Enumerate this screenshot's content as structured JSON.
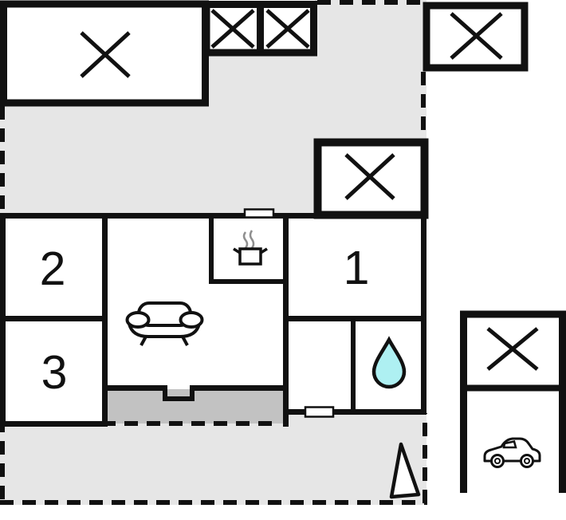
{
  "plan": {
    "type": "house-floor-plan",
    "rooms": {
      "room1": {
        "label": "1"
      },
      "room2": {
        "label": "2"
      },
      "room3": {
        "label": "3"
      }
    },
    "icons": {
      "cross_mark": "diagonal-cross",
      "living_room": "sofa",
      "kitchen": "steaming-pot",
      "bathroom": "water-drop",
      "carport": "car",
      "orientation": "north-arrow"
    },
    "areas": {
      "terrace": "outdoor-terrace",
      "porch": "entrance-step",
      "boundary": "dashed-plot-line"
    }
  },
  "colors": {
    "wall": "#111111",
    "terrace": "#e6e6e6",
    "porch": "#c2c2c2",
    "interior": "#ffffff",
    "water": "#aef0f2",
    "steam": "#8f8f8f",
    "paper": "#ffffff"
  }
}
